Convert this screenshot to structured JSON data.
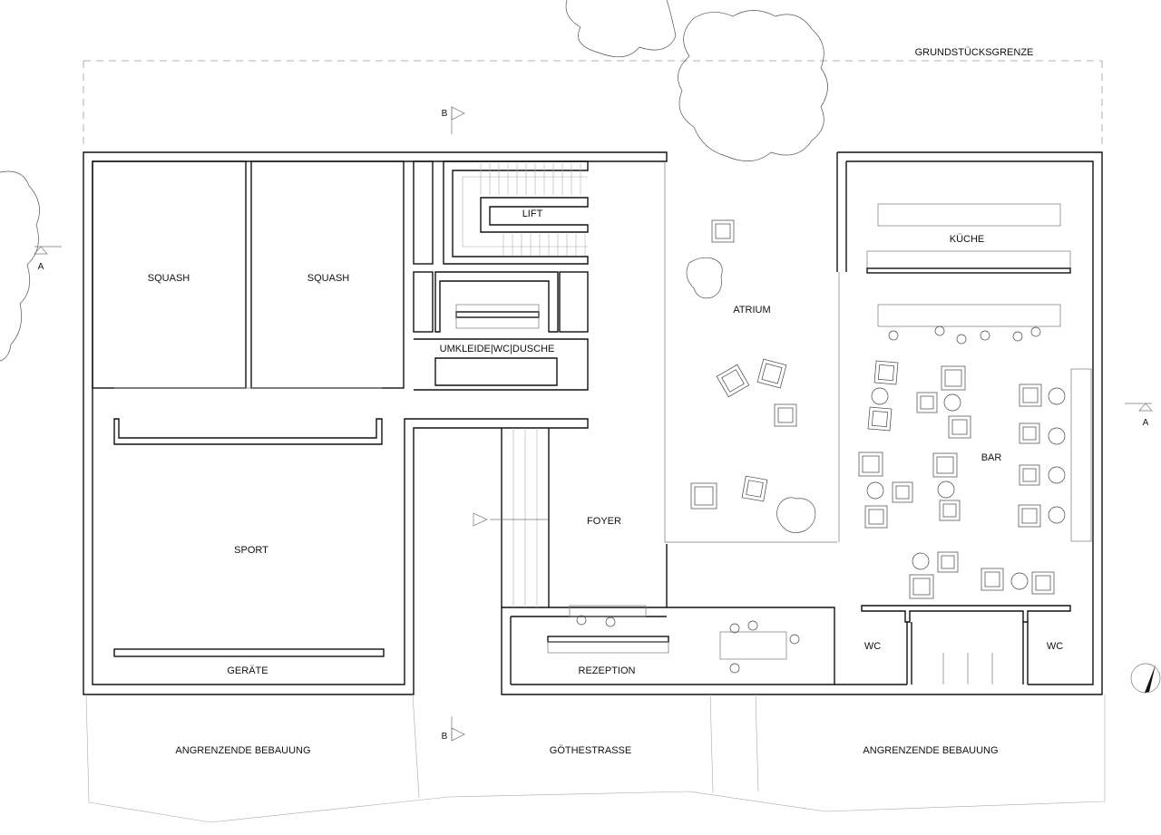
{
  "plan": {
    "property_line": "GRUNDSTÜCKSGRENZE",
    "rooms": {
      "squash_1": "SQUASH",
      "squash_2": "SQUASH",
      "lift": "LIFT",
      "changing": "UMKLEIDE|WC|DUSCHE",
      "kitchen": "KÜCHE",
      "atrium": "ATRIUM",
      "bar": "BAR",
      "foyer": "FOYER",
      "sport": "SPORT",
      "equipment": "GERÄTE",
      "reception": "REZEPTION",
      "wc_left": "WC",
      "wc_right": "WC"
    },
    "surroundings": {
      "adjacent_left": "ANGRENZENDE BEBAUUNG",
      "street": "GÖTHESTRASSE",
      "adjacent_right": "ANGRENZENDE BEBAUUNG"
    },
    "section_marks": {
      "b_top": "B",
      "b_bottom": "B",
      "a_left": "A",
      "a_right": "A"
    }
  }
}
